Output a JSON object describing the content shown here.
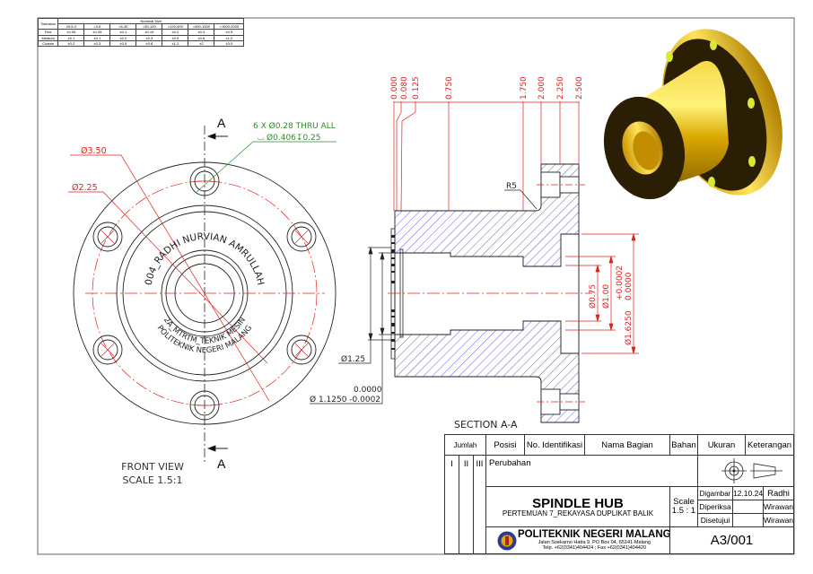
{
  "tolerance_table": {
    "corner_label": "Tolerance",
    "group_header": "Nominal Size",
    "columns": [
      "≥0.5-3",
      ">3-6",
      ">6-30",
      ">30-120",
      ">120-400",
      ">400-1000",
      ">1000-2000"
    ],
    "rows": [
      {
        "label": "Fine",
        "values": [
          "±0.05",
          "±0.05",
          "±0.1",
          "±0.15",
          "±0.2",
          "±0.3",
          "±0.5"
        ]
      },
      {
        "label": "Medium",
        "values": [
          "±0.1",
          "±0.1",
          "±0.2",
          "±0.3",
          "±0.5",
          "±0.8",
          "±1.2"
        ]
      },
      {
        "label": "Coarse",
        "values": [
          "±0.2",
          "±0.3",
          "±0.5",
          "±0.8",
          "±1.2",
          "±2",
          "±3.0"
        ]
      }
    ]
  },
  "front_view": {
    "section_marker": "A",
    "hole_note_line1": "6 X Ø0.28 THRU ALL",
    "hole_note_line2": "⌴ Ø0.406↧0.25",
    "dim_outer": "Ø3.50",
    "dim_bolt_circle": "Ø2.25",
    "engraving_top": "004_RADHI NURVIAN AMRULLAH",
    "engraving_mid": "2A_MTRTM_TEKNIK MESIN",
    "engraving_bottom": "POLITEKNIK NEGERI MALANG",
    "caption_line1": "FRONT VIEW",
    "caption_line2": "SCALE 1.5:1"
  },
  "section_view": {
    "ordinates": [
      "0.000",
      "0.080",
      "0.125",
      "0.750",
      "1.750",
      "2.000",
      "2.250",
      "2.500"
    ],
    "fillet": "R5",
    "dim_d125": "Ø1.25",
    "dim_d1125_upper": "0.0000",
    "dim_d1125": "Ø 1.1250 -0.0002",
    "dim_d075": "Ø0.75",
    "dim_d100": "Ø1.00",
    "dim_d100_tol_upper": "+0.0002",
    "dim_d100_tol_lower": "0.0000",
    "dim_d16250": "Ø1.6250",
    "caption": "SECTION A-A"
  },
  "colors": {
    "dimension": "#e02020",
    "note": "#2e8b2e",
    "hatch": "#3a3ad0",
    "outline": "#222222",
    "part": "#e6b800"
  },
  "title_block": {
    "headers": {
      "jumlah": "Jumlah",
      "posisi": "Posisi",
      "no_identifikasi": "No. Identifikasi",
      "nama_bagian": "Nama Bagian",
      "bahan": "Bahan",
      "ukuran": "Ukuran",
      "keterangan": "Keterangan"
    },
    "roman": [
      "I",
      "II",
      "III"
    ],
    "perubahan": "Perubahan",
    "title": "SPINDLE HUB",
    "subtitle": "PERTEMUAN 7_REKAYASA DUPLIKAT BALIK",
    "scale_label": "Scale",
    "scale_value": "1.5 : 1",
    "digambar": "Digambar",
    "digambar_date": "12.10.24",
    "digambar_name": "Radhi",
    "diperiksa": "Diperiksa",
    "diperiksa_name": "Wirawan",
    "disetujui": "Disetujui",
    "disetujui_name": "Wirawan",
    "institution": "POLITEKNIK NEGERI MALANG",
    "address": "Jalan Soekarno Hatta 9, PO Box 04, 65141-Malang",
    "phone": "Telp. +62(0341)404424 ; Fax +62(0341)404420",
    "drawing_number": "A3/001"
  }
}
